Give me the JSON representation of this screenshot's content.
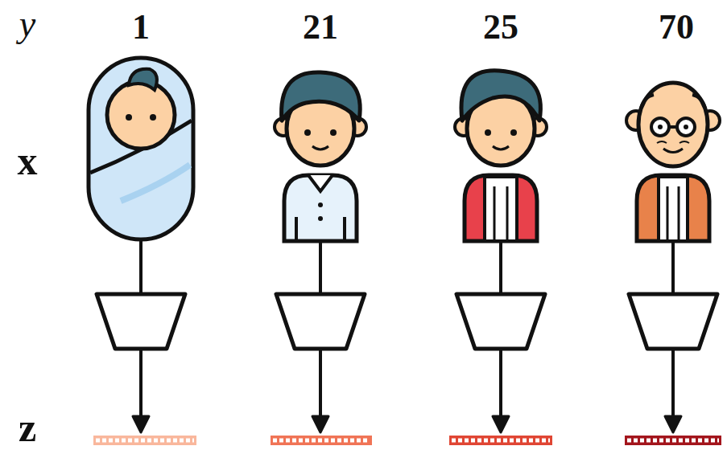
{
  "diagram": {
    "labels": [
      "y",
      "1",
      "21",
      "25",
      "70",
      "x",
      "z"
    ]
  }
}
